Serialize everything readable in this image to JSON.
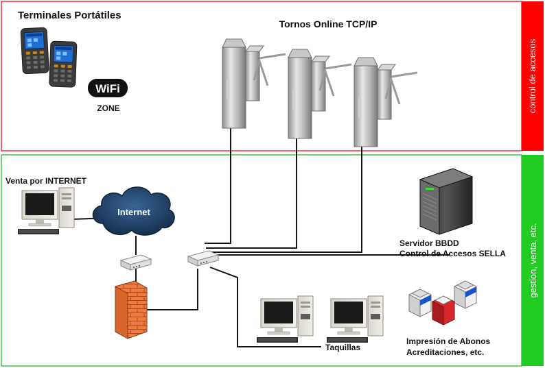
{
  "sections": {
    "top_label": "control de accesos",
    "bottom_label": "gestion, venta, etc."
  },
  "labels": {
    "terminales": "Terminales Portátiles",
    "wifi_text": "WiFi",
    "zone": "ZONE",
    "tornos": "Tornos Online TCP/IP",
    "venta_internet": "Venta por INTERNET",
    "internet": "Internet",
    "servidor_line1": "Servidor BBDD",
    "servidor_line2": "Control de Accesos SELLA",
    "taquillas": "Taquillas",
    "impresion_line1": "Impresión de Abonos",
    "impresion_line2": "Acreditaciones, etc."
  },
  "colors": {
    "top_frame": "#e8312f",
    "bottom_frame": "#3ec43e",
    "top_side": "#ff0000",
    "bottom_side": "#22cc22",
    "cloud": "#1f3f6b",
    "firewall": "#f07b3a",
    "line": "#111111"
  },
  "icons": {
    "terminal": "pda-terminal-icon",
    "wifi": "wifi-zone-icon",
    "turnstile": "tripod-turnstile-icon",
    "computer": "desktop-computer-icon",
    "cloud": "cloud-icon",
    "switch": "network-switch-icon",
    "firewall": "brick-firewall-icon",
    "server": "tower-server-icon",
    "printer": "card-printer-icon"
  }
}
